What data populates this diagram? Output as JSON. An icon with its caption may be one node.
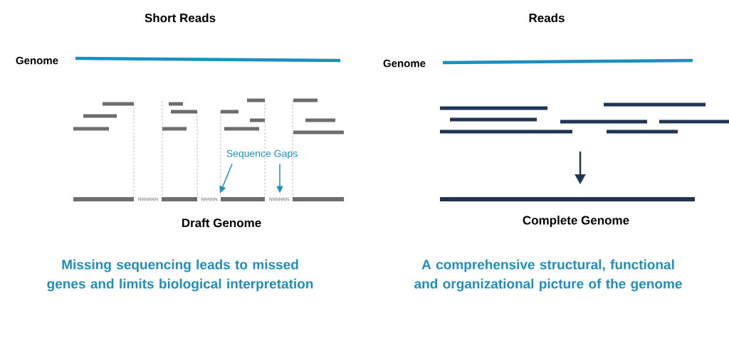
{
  "diagram": {
    "nodes": [
      {
        "text": [
          "Sequence Gaps"
        ]
      },
      {
        "text": [
          "NNNNN"
        ]
      },
      {
        "text": [
          "NNNNNN"
        ]
      }
    ],
    "edges": [
      {
        "from": 0,
        "to": 1,
        "arrow": "to"
      },
      {
        "from": 0,
        "to": 2,
        "arrow": "to"
      }
    ],
    "labels": [
      "Short Reads",
      "Reads",
      "Genome",
      "Genome",
      "NNNNNN",
      "Draft Genome",
      "Complete Genome",
      "Missing sequencing leads to missed genes and limits biological interpretation",
      "A comprehensive structural, functional and organizational picture of the genome"
    ]
  }
}
